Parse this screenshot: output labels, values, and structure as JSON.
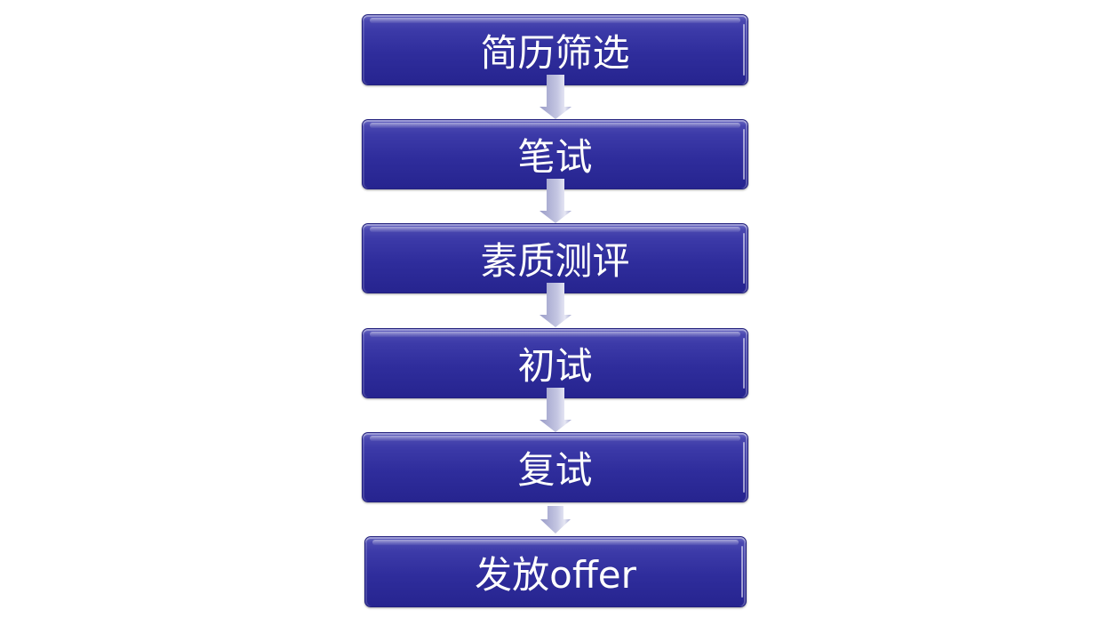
{
  "diagram": {
    "type": "vertical-flowchart",
    "colors": {
      "box_fill": "#2f2d9c",
      "box_highlight": "#6d6cc4",
      "text": "#ffffff",
      "arrow": "#b4b6d8",
      "background": "#ffffff"
    },
    "steps": [
      {
        "label": "简历筛选"
      },
      {
        "label": "笔试"
      },
      {
        "label": "素质测评"
      },
      {
        "label": "初试"
      },
      {
        "label": "复试"
      },
      {
        "label": "发放offer"
      }
    ],
    "connectors": [
      {
        "from": 0,
        "to": 1,
        "icon": "down-arrow-icon"
      },
      {
        "from": 1,
        "to": 2,
        "icon": "down-arrow-icon"
      },
      {
        "from": 2,
        "to": 3,
        "icon": "down-arrow-icon"
      },
      {
        "from": 3,
        "to": 4,
        "icon": "down-arrow-icon"
      },
      {
        "from": 4,
        "to": 5,
        "icon": "down-arrow-icon"
      }
    ]
  }
}
